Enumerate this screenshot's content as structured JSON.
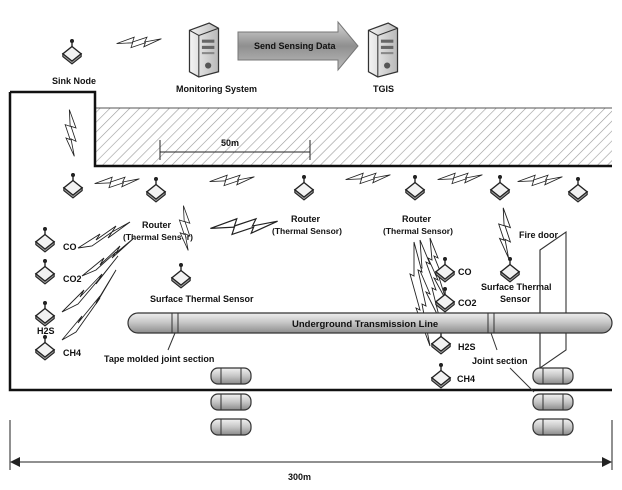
{
  "top": {
    "sink_node": "Sink Node",
    "monitoring_system": "Monitoring System",
    "send_sensing_data": "Send Sensing Data",
    "tgis": "TGIS"
  },
  "dims": {
    "span_50": "50m",
    "span_300": "300m"
  },
  "routers": [
    {
      "title": "Router",
      "subtitle": "(Thermal Sensor)"
    },
    {
      "title": "Router",
      "subtitle": "(Thermal Sensor)"
    },
    {
      "title": "Router",
      "subtitle": "(Thermal Sensor)"
    }
  ],
  "gas_left": [
    "CO",
    "CO2",
    "H2S",
    "CH4"
  ],
  "gas_right": [
    "CO",
    "CO2",
    "H2S",
    "CH4"
  ],
  "surface_left": "Surface Thermal Sensor",
  "surface_right": [
    "Surface Thermal",
    "Sensor"
  ],
  "fire_door": "Fire door",
  "transmission_line": "Underground Transmission Line",
  "tape_joint": "Tape molded joint section",
  "joint_section": "Joint section",
  "icons": {
    "sensor": "sensor-node-icon",
    "server": "server-icon",
    "wireless": "wireless-link-icon",
    "cable_drum": "cable-drum-icon"
  },
  "colors": {
    "hatch": "#9a9a9a",
    "pipe": "#bdbdbd",
    "arrow": "#8f8f8f",
    "server": "#d8d8d8"
  }
}
